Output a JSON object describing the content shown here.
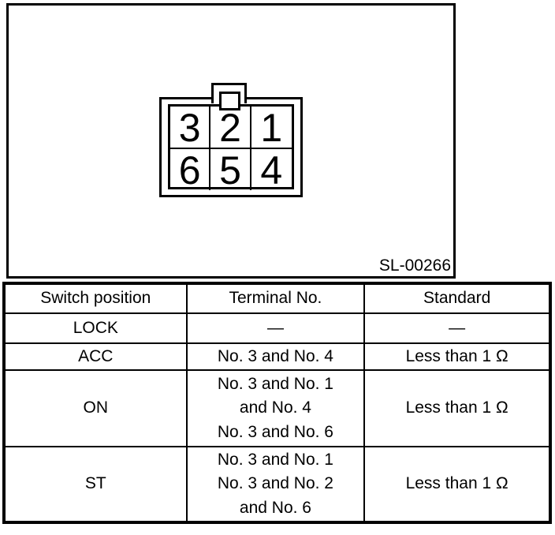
{
  "diagram": {
    "figure_id": "SL-00266",
    "pins": {
      "top": [
        "3",
        "2",
        "1"
      ],
      "bottom": [
        "6",
        "5",
        "4"
      ]
    }
  },
  "table": {
    "headers": [
      "Switch position",
      "Terminal No.",
      "Standard"
    ],
    "rows": [
      {
        "position": "LOCK",
        "terminal": [
          "—"
        ],
        "standard": "—"
      },
      {
        "position": "ACC",
        "terminal": [
          "No. 3 and No. 4"
        ],
        "standard": "Less than 1 Ω"
      },
      {
        "position": "ON",
        "terminal": [
          "No. 3 and No. 1",
          "and No. 4",
          "No. 3 and No. 6"
        ],
        "standard": "Less than 1 Ω"
      },
      {
        "position": "ST",
        "terminal": [
          "No. 3 and No. 1",
          "No. 3 and No. 2",
          "and No. 6"
        ],
        "standard": "Less than 1 Ω"
      }
    ]
  },
  "colors": {
    "ink": "#000000",
    "background": "#ffffff"
  }
}
